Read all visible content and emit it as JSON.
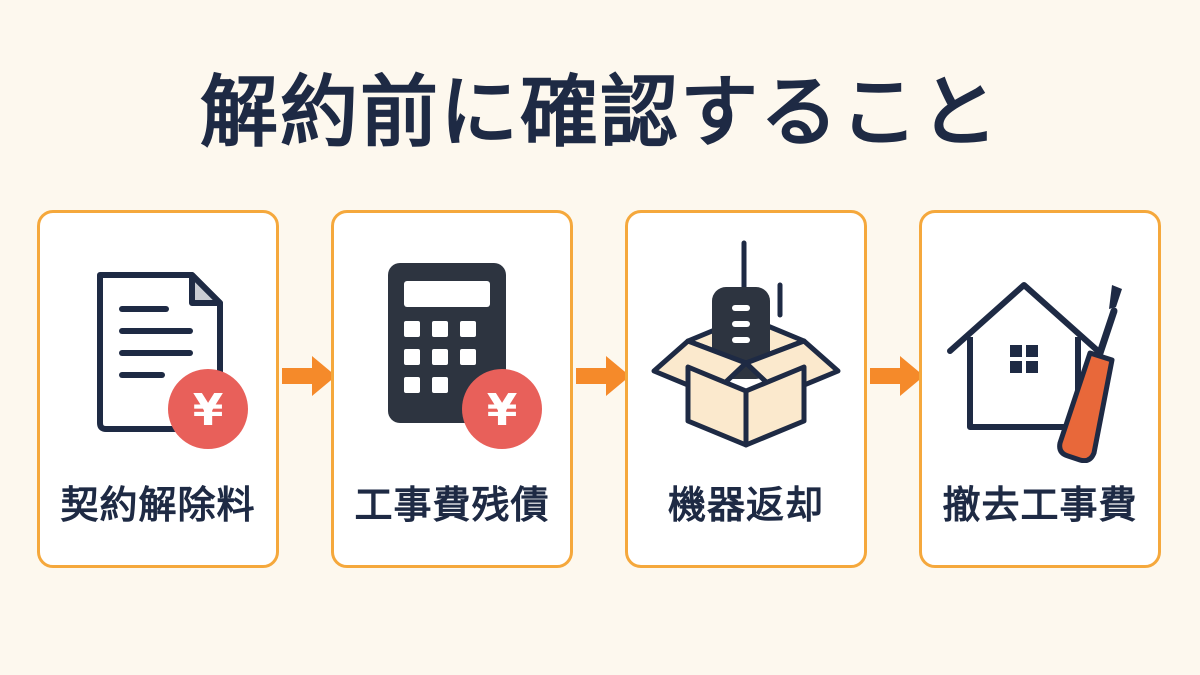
{
  "title": "解約前に確認すること",
  "steps": [
    {
      "label": "契約解除料",
      "icon": "contract-yen-icon"
    },
    {
      "label": "工事費残債",
      "icon": "calculator-yen-icon"
    },
    {
      "label": "機器返却",
      "icon": "router-box-icon"
    },
    {
      "label": "撤去工事費",
      "icon": "house-screwdriver-icon"
    }
  ],
  "badges": {
    "yen": "¥"
  },
  "colors": {
    "background": "#fdf8ee",
    "card_border": "#f5a83c",
    "arrow": "#f58a2a",
    "text": "#1e2a44",
    "yen_badge": "#e8605a",
    "box_fill": "#fbe9cd",
    "screwdriver": "#e8683a"
  }
}
